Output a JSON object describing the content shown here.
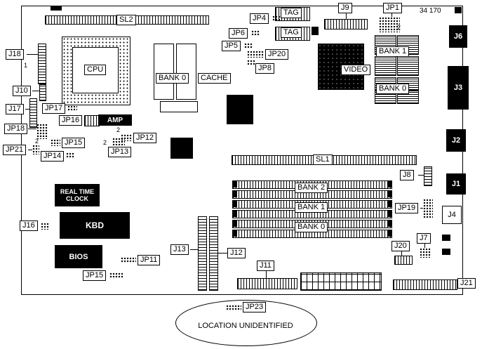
{
  "part_number": "34 170",
  "footnote": "LOCATION UNIDENTIFIED",
  "markers": {
    "pin1": "1",
    "pin2": "2"
  },
  "slots": {
    "sl1": "SL1",
    "sl2": "SL2"
  },
  "chips": {
    "cpu": "CPU",
    "cache_bank": "BANK 0",
    "cache": "CACHE",
    "tag_a": "TAG",
    "tag_b": "TAG",
    "video": "VIDEO",
    "video_bank1": "BANK 1",
    "video_bank0": "BANK 0",
    "amp": "AMP",
    "rtc_line1": "REAL TIME",
    "rtc_line2": "CLOCK",
    "kbd": "KBD",
    "bios": "BIOS"
  },
  "memory": {
    "bank2": "BANK 2",
    "bank1": "BANK 1",
    "bank0": "BANK 0"
  },
  "connectors": {
    "j1": "J1",
    "j2": "J2",
    "j3": "J3",
    "j4": "J4",
    "j6": "J6",
    "j7": "J7",
    "j8": "J8",
    "j9": "J9",
    "j10": "J10",
    "j11": "J11",
    "j12": "J12",
    "j13": "J13",
    "j16": "J16",
    "j17": "J17",
    "j18": "J18",
    "j20": "J20",
    "j21": "J21"
  },
  "jumpers": {
    "jp1": "JP1",
    "jp4": "JP4",
    "jp5": "JP5",
    "jp6": "JP6",
    "jp8": "JP8",
    "jp11": "JP11",
    "jp12": "JP12",
    "jp13": "JP13",
    "jp14": "JP14",
    "jp15": "JP15",
    "jp15_b": "JP15",
    "jp16": "JP16",
    "jp17": "JP17",
    "jp18": "JP18",
    "jp19": "JP19",
    "jp20": "JP20",
    "jp21": "JP21",
    "jp23": "JP23"
  }
}
